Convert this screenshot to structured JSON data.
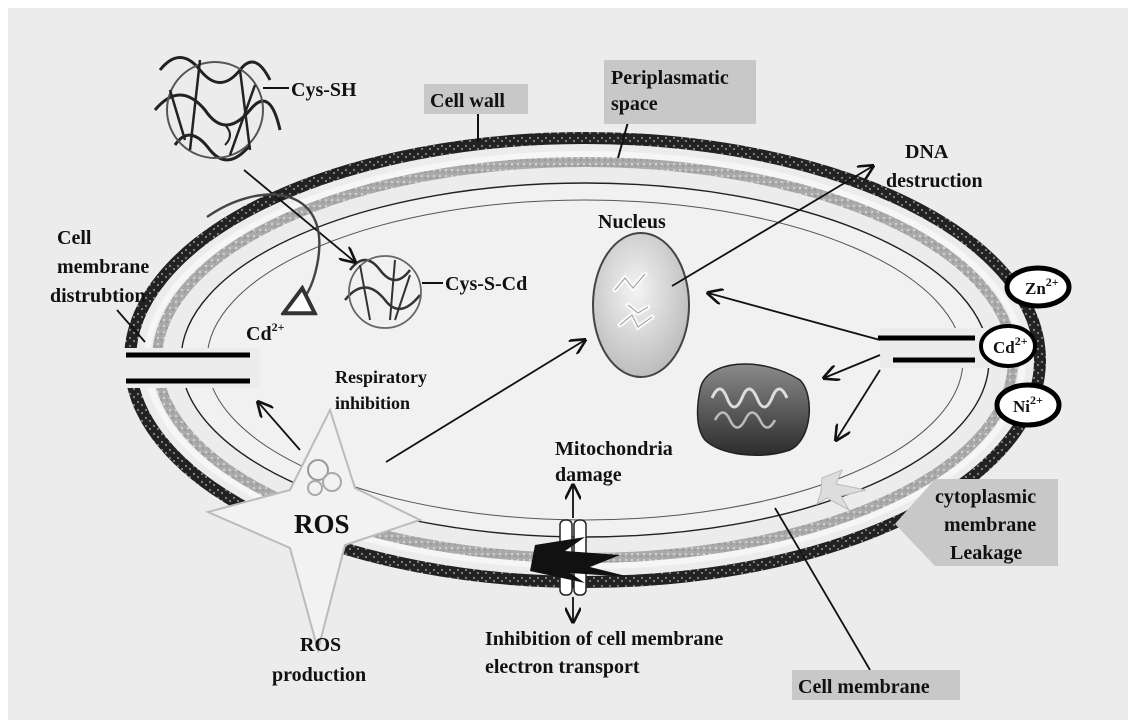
{
  "diagram": {
    "labels": {
      "cys_sh": "Cys-SH",
      "cell_wall": "Cell wall",
      "periplasmatic_1": "Periplasmatic",
      "periplasmatic_2": "space",
      "dna_1": "DNA",
      "dna_2": "destruction",
      "nucleus": "Nucleus",
      "cell_membrane_dist_1": "Cell",
      "cell_membrane_dist_2": "membrane",
      "cell_membrane_dist_3": "distrubtion",
      "cys_s_cd": "Cys-S-Cd",
      "cd_ion": "Cd",
      "respiratory_1": "Respiratory",
      "respiratory_2": "inhibition",
      "mito_damage_1": "Mitochondria",
      "mito_damage_2": "damage",
      "ros": "ROS",
      "ros_production_1": "ROS",
      "ros_production_2": "production",
      "inhibition_1": "Inhibition of cell membrane",
      "inhibition_2": "electron transport",
      "cytoplasmic_1": "cytoplasmic",
      "cytoplasmic_2": "membrane",
      "cytoplasmic_3": "Leakage",
      "cell_membrane": "Cell membrane"
    },
    "ions": {
      "zn": "Zn",
      "cd": "Cd",
      "ni": "Ni",
      "charge": "2+"
    }
  }
}
